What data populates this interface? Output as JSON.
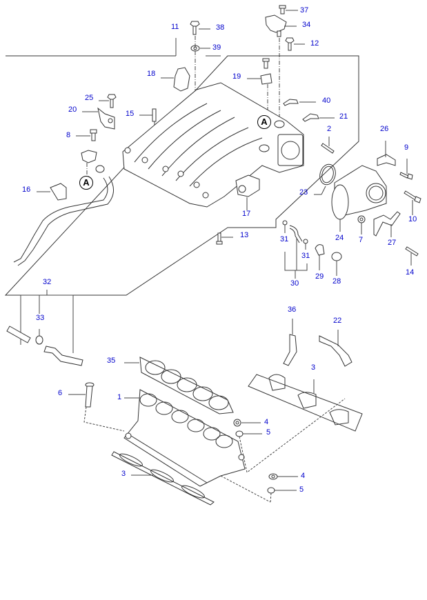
{
  "diagram": {
    "title": "Intake Manifold Parts Diagram",
    "label_color": "#0000cc",
    "callout_symbol": "A",
    "part_labels": [
      {
        "id": "l37",
        "text": "37"
      },
      {
        "id": "l34",
        "text": "34"
      },
      {
        "id": "l11",
        "text": "11"
      },
      {
        "id": "l38",
        "text": "38"
      },
      {
        "id": "l39",
        "text": "39"
      },
      {
        "id": "l12",
        "text": "12"
      },
      {
        "id": "l18",
        "text": "18"
      },
      {
        "id": "l19",
        "text": "19"
      },
      {
        "id": "l25",
        "text": "25"
      },
      {
        "id": "l20",
        "text": "20"
      },
      {
        "id": "l15",
        "text": "15"
      },
      {
        "id": "l40",
        "text": "40"
      },
      {
        "id": "l21",
        "text": "21"
      },
      {
        "id": "l8",
        "text": "8"
      },
      {
        "id": "l2",
        "text": "2"
      },
      {
        "id": "l26",
        "text": "26"
      },
      {
        "id": "l9",
        "text": "9"
      },
      {
        "id": "l16",
        "text": "16"
      },
      {
        "id": "l23",
        "text": "23"
      },
      {
        "id": "l17",
        "text": "17"
      },
      {
        "id": "l10",
        "text": "10"
      },
      {
        "id": "l24",
        "text": "24"
      },
      {
        "id": "l7",
        "text": "7"
      },
      {
        "id": "l27",
        "text": "27"
      },
      {
        "id": "l13",
        "text": "13"
      },
      {
        "id": "l31a",
        "text": "31"
      },
      {
        "id": "l31b",
        "text": "31"
      },
      {
        "id": "l29",
        "text": "29"
      },
      {
        "id": "l28",
        "text": "28"
      },
      {
        "id": "l14",
        "text": "14"
      },
      {
        "id": "l30",
        "text": "30"
      },
      {
        "id": "l32",
        "text": "32"
      },
      {
        "id": "l33",
        "text": "33"
      },
      {
        "id": "l36",
        "text": "36"
      },
      {
        "id": "l22",
        "text": "22"
      },
      {
        "id": "l35",
        "text": "35"
      },
      {
        "id": "l3a",
        "text": "3"
      },
      {
        "id": "l6",
        "text": "6"
      },
      {
        "id": "l1",
        "text": "1"
      },
      {
        "id": "l4a",
        "text": "4"
      },
      {
        "id": "l5a",
        "text": "5"
      },
      {
        "id": "l3b",
        "text": "3"
      },
      {
        "id": "l4b",
        "text": "4"
      },
      {
        "id": "l5b",
        "text": "5"
      }
    ]
  }
}
